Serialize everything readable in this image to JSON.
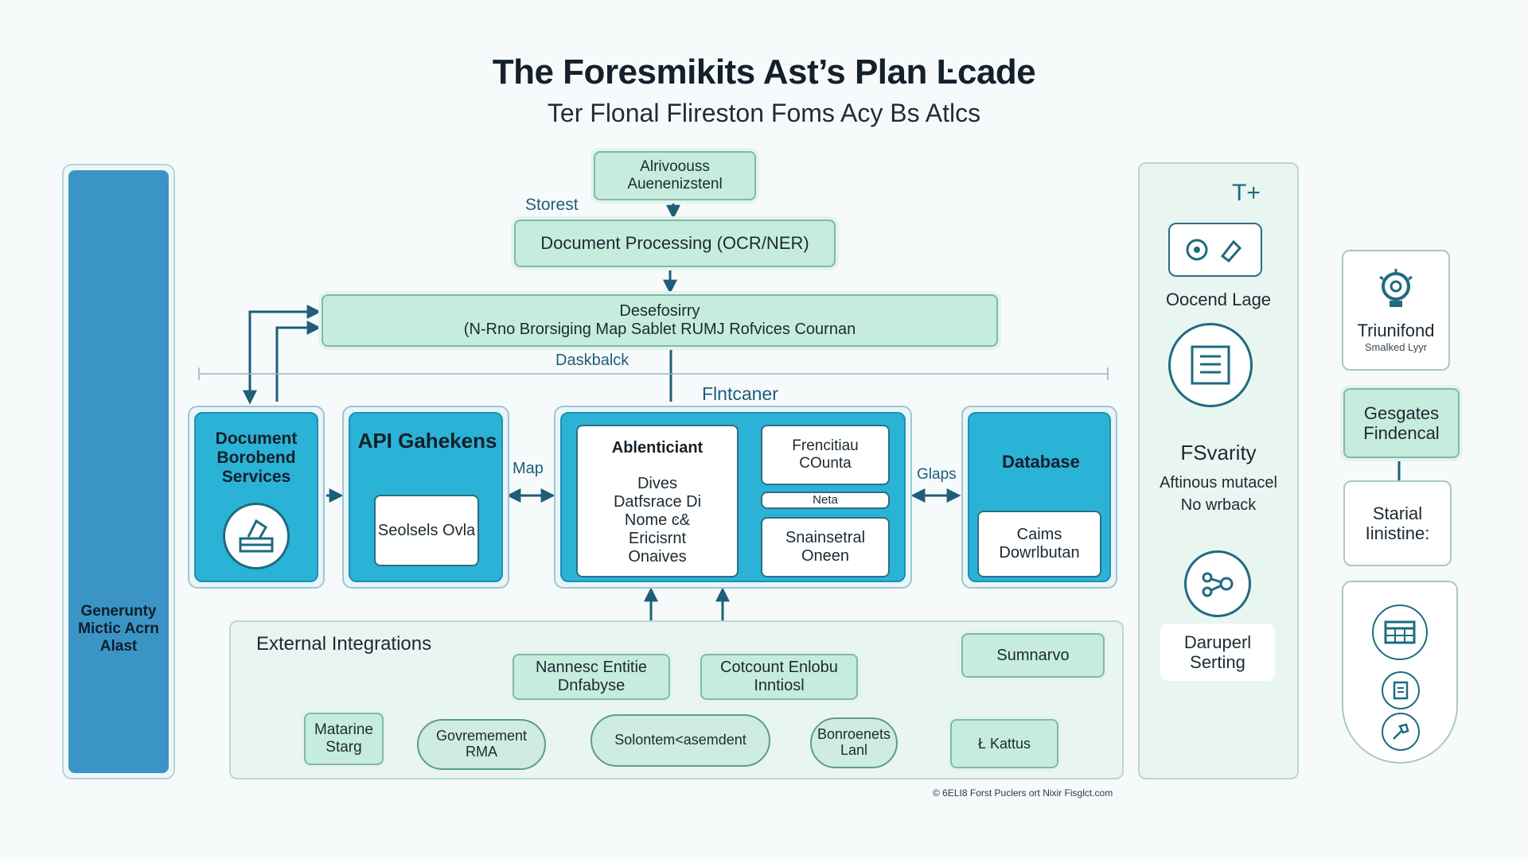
{
  "header": {
    "title": "The Foresmikits Ast’s Plan Ŀcade",
    "subtitle": "Ter Flonal Flireston Foms Acy Bs Atlcs"
  },
  "left_bar": {
    "label": "Generunty Mictic Acrn Alast"
  },
  "flow": {
    "auth_box": "Alrivoouss Auenenizstenl",
    "auth_arrow_label": "Storest",
    "doc_processing": "Document Processing (OCR/NER)",
    "repository_title": "Desefosirry",
    "repository_sub": "(N-Rno Brorsiging Map Sablet RUMJ Rofvices Cournan",
    "feedback_label": "Daskbalck",
    "frontend_label": "Flntcaner"
  },
  "modules": {
    "doc_services": "Document Borobend Services",
    "api_title": "API Gahekens",
    "api_inner": "Seolsels Ovla",
    "map_label": "Map",
    "central_left_title": "Ablenticiant",
    "central_left_body": "Dives Datfsrace Di Nome ͼ& Ericisrnt Onaives",
    "central_right_top": "Frencitiau COunta",
    "central_right_mid": "Neta",
    "central_right_bot": "Snainsetral Oneen",
    "glaps_label": "Glaps",
    "database_title": "Database",
    "database_inner": "Caims Dowrlbutan"
  },
  "integrations": {
    "title": "External Integrations",
    "summary": "Sumnarvo",
    "nanesc": "Nannesc Entitie Dnfabyse",
    "coteount": "Cotcount Enlobu Inntiosl",
    "matarine": "Matarine Starg",
    "governement": "Govremement RMA",
    "solontem": "Solontem<asemdent",
    "borongents": "Bonroenets Lanl",
    "kattus": "Ł Kattus"
  },
  "right_panel": {
    "top_label": "Oocend Lage",
    "fsvarity_title": "FSvarity",
    "fsvarity_sub1": "Aftinous mutacel",
    "fsvarity_sub2": "No wrback",
    "daruperi": "Daruperl Serting"
  },
  "far_right": {
    "card1_title": "Triunifond",
    "card1_sub": "Smalked Lyyr",
    "card2": "Gesgates Findencal",
    "card3": "Starial Iinistine:"
  },
  "footer": {
    "copyright": "© 6ELI8 Forst Puclers ort Nixir Fisglct.com"
  },
  "colors": {
    "accent_blue": "#2ab3d6",
    "mint": "#c6ecdd",
    "dark_teal": "#1e6b82"
  }
}
